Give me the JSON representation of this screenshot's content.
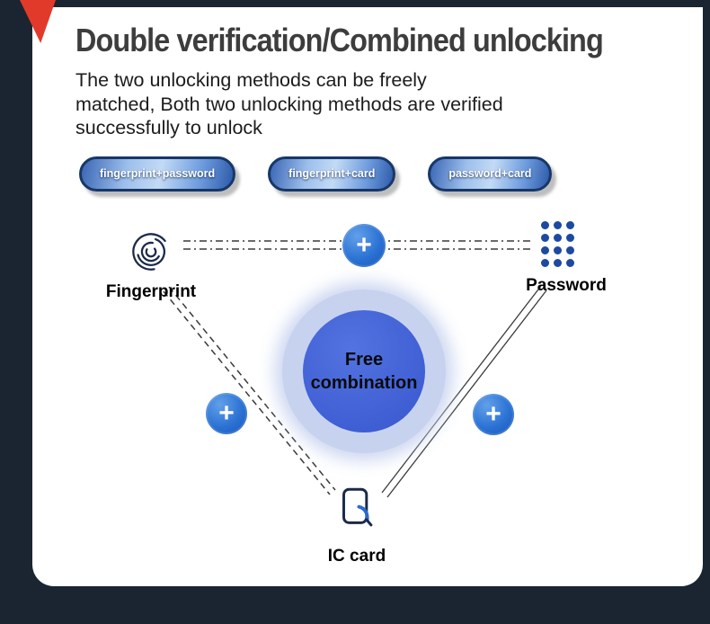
{
  "header": {
    "title": "Double verification/Combined unlocking",
    "subtitle": "The two unlocking methods can be freely matched, Both two unlocking methods are verified successfully to unlock"
  },
  "pills": [
    {
      "label": "fingerprint+password"
    },
    {
      "label": "fingerprint+card"
    },
    {
      "label": "password+card"
    }
  ],
  "diagram": {
    "plus": "+",
    "center_label": "Free combination",
    "labels": {
      "fingerprint": "Fingerprint",
      "password": "Password",
      "ic_card": "IC card"
    }
  },
  "icons": {
    "fingerprint": "fingerprint-icon",
    "password": "keypad-dots-icon",
    "ic_card": "ic-card-icon",
    "plus": "plus-icon"
  },
  "colors": {
    "frame_navy": "#1a2531",
    "ribbon_red": "#e23a2a",
    "accent_blue": "#2b72d4",
    "center_circle_blue": "#3f5fd4",
    "halo": "#c7d2ee",
    "icon_navy": "#1b2a4a",
    "pill_border": "#173767"
  }
}
